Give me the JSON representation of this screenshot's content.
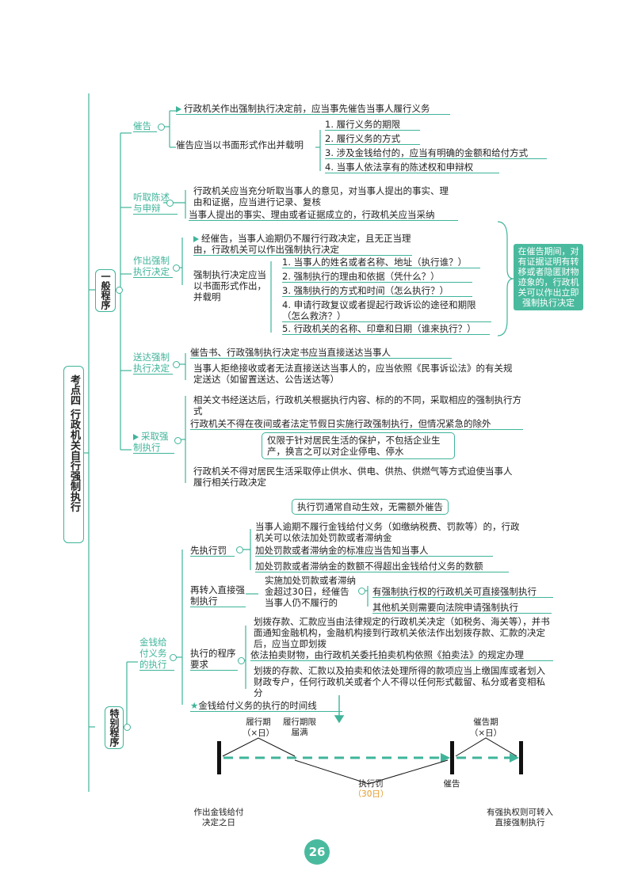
{
  "root_label": "考点四 行政机关自行强制执行",
  "general": {
    "label": "一般程序",
    "cuigao": {
      "label": "催告",
      "flag_text": "行政机关作出强制执行决定前，应当事先催告当事人履行义务",
      "method": "催告应当以书面形式作出并载明",
      "items": [
        "1. 履行义务的期限",
        "2. 履行义务的方式",
        "3. 涉及金钱给付的，应当有明确的金额和给付方式",
        "4. 当事人依法享有的陈述权和申辩权"
      ]
    },
    "tingqu": {
      "label": "听取陈述与申辩",
      "line1": "行政机关应当充分听取当事人的意见，对当事人提出的事实、理由和证据，应当进行记录、复核",
      "line2": "当事人提出的事实、理由或者证据成立的，行政机关应当采纳"
    },
    "zuochu": {
      "label": "作出强制执行决定",
      "flag_text": "经催告，当事人逾期仍不履行行政决定，且无正当理由，行政机关可以作出强制执行决定",
      "method": "强制执行决定应当以书面形式作出，并载明",
      "items": [
        "1. 当事人的姓名或者名称、地址（执行谁？）",
        "2. 强制执行的理由和依据（凭什么？）",
        "3. 强制执行的方式和时间（怎么执行？）",
        "4. 申请行政复议或者提起行政诉讼的途径和期限（怎么救济？）",
        "5. 行政机关的名称、印章和日期（谁来执行？）"
      ],
      "side_note": "在催告期间，对有证据证明有转移或者隐匿财物迹象的，行政机关可以作出立即强制执行决定"
    },
    "songda": {
      "label": "送达强制执行决定",
      "line1": "催告书、行政强制执行决定书应当直接送达当事人",
      "line2": "当事人拒绝接收或者无法直接送达当事人的，应当依照《民事诉讼法》的有关规定送达（如留置送达、公告送达等）"
    },
    "caiqu": {
      "label": "采取强制执行",
      "line1": "相关文书经送达后，行政机关根据执行内容、标的的不同，采取相应的强制执行方式",
      "line2": "行政机关不得在夜间或者法定节假日实施行政强制执行，但情况紧急的除外",
      "callout": "仅限于针对居民生活的保护，不包括企业生产，换言之可以对企业停电、停水",
      "line3": "行政机关不得对居民生活采取停止供水、供电、供热、供燃气等方式迫使当事人履行相关行政决定"
    }
  },
  "special": {
    "label": "特别程序",
    "jinqian": {
      "label": "金钱给付义务的执行",
      "callout": "执行罚通常自动生效，无需额外催告",
      "xian": {
        "label": "先执行罚",
        "items": [
          "当事人逾期不履行金钱给付义务（如缴纳税费、罚款等）的，行政机关可以依法加处罚款或者滞纳金",
          "加处罚款或者滞纳金的标准应当告知当事人",
          "加处罚款或者滞纳金的数额不得超出金钱给付义务的数额"
        ]
      },
      "zai": {
        "label": "再转入直接强制执行",
        "cond": "实施加处罚款或者滞纳金超过30日，经催告当事人仍不履行的",
        "items": [
          "有强制执行权的行政机关可直接强制执行",
          "其他机关则需要向法院申请强制执行"
        ]
      },
      "chengxu": {
        "label": "执行的程序要求",
        "items": [
          "划拨存款、汇款应当由法律规定的行政机关决定（如税务、海关等），并书面通知金融机构，金融机构接到行政机关依法作出划拨存款、汇款的决定后，应当立即划拨",
          "依法拍卖财物，由行政机关委托拍卖机构依照《拍卖法》的规定办理",
          "划拨的存款、汇款以及拍卖和依法处理所得的款项应当上缴国库或者划入财政专户，任何行政机关或者个人不得以任何形式截留、私分或者变相私分"
        ]
      },
      "timeline": {
        "title": "金钱给付义务的执行的时间线",
        "lvxing_qi": "履行期",
        "lvxing_qi_sub": "（×日）",
        "lvxing_man": "履行期限届满",
        "cuigao_qi": "催告期",
        "cuigao_qi_sub": "（×日）",
        "zhixingfa": "执行罚",
        "zhixingfa_sub": "（30日）",
        "cuigao": "催告",
        "start": "作出金钱给付决定之日",
        "end": "有强执权则可转入直接强制执行"
      }
    }
  },
  "page_number": "26",
  "colors": {
    "accent": "#3fb49a",
    "note_bg": "#4aba9e"
  }
}
